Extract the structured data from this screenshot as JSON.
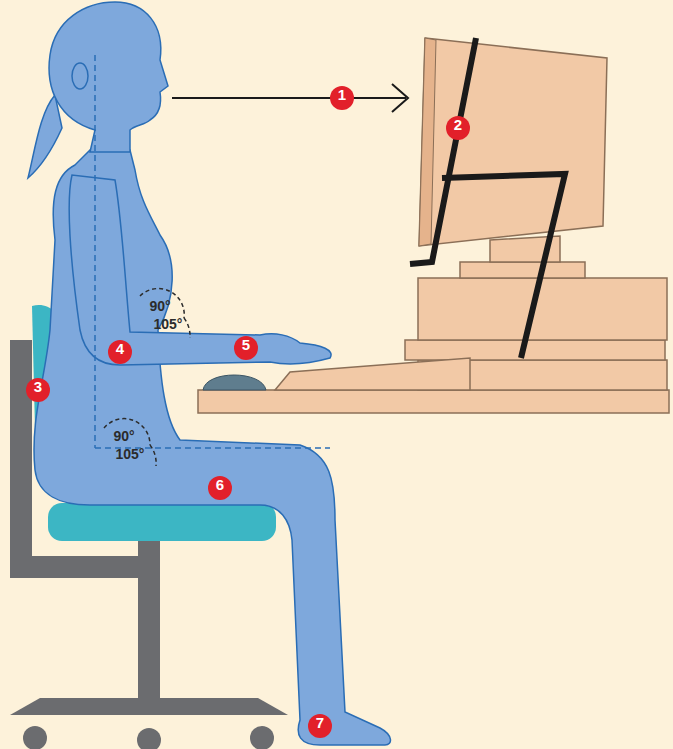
{
  "diagram": {
    "labels": [
      "1",
      "2",
      "90°",
      "105°",
      "5",
      "4",
      "3",
      "90°",
      "105°",
      "6",
      "7"
    ]
  }
}
